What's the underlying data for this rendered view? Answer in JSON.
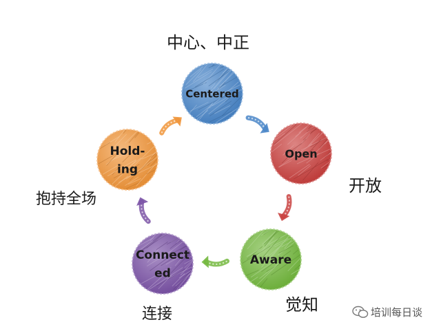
{
  "nodes": [
    {
      "key": "centered",
      "label_lines": [
        "Centered"
      ],
      "zh": "中心、中正",
      "color": "#4a86c8"
    },
    {
      "key": "open",
      "label_lines": [
        "Open"
      ],
      "zh": "开放",
      "color": "#c9413f"
    },
    {
      "key": "aware",
      "label_lines": [
        "Aware"
      ],
      "zh": "觉知",
      "color": "#74b83f"
    },
    {
      "key": "connected",
      "label_lines": [
        "Connect",
        "ed"
      ],
      "zh": "连接",
      "color": "#7b53a6"
    },
    {
      "key": "holding",
      "label_lines": [
        "Hold-",
        "ing"
      ],
      "zh": "抱持全场",
      "color": "#f0953a"
    }
  ],
  "arrows": [
    {
      "from": "centered",
      "to": "open",
      "color": "#4a86c8"
    },
    {
      "from": "open",
      "to": "aware",
      "color": "#c9413f"
    },
    {
      "from": "aware",
      "to": "connected",
      "color": "#74b83f"
    },
    {
      "from": "connected",
      "to": "holding",
      "color": "#7b53a6"
    },
    {
      "from": "holding",
      "to": "centered",
      "color": "#f0953a"
    }
  ],
  "watermark": {
    "text": "培训每日谈",
    "icon": "wechat-icon"
  }
}
